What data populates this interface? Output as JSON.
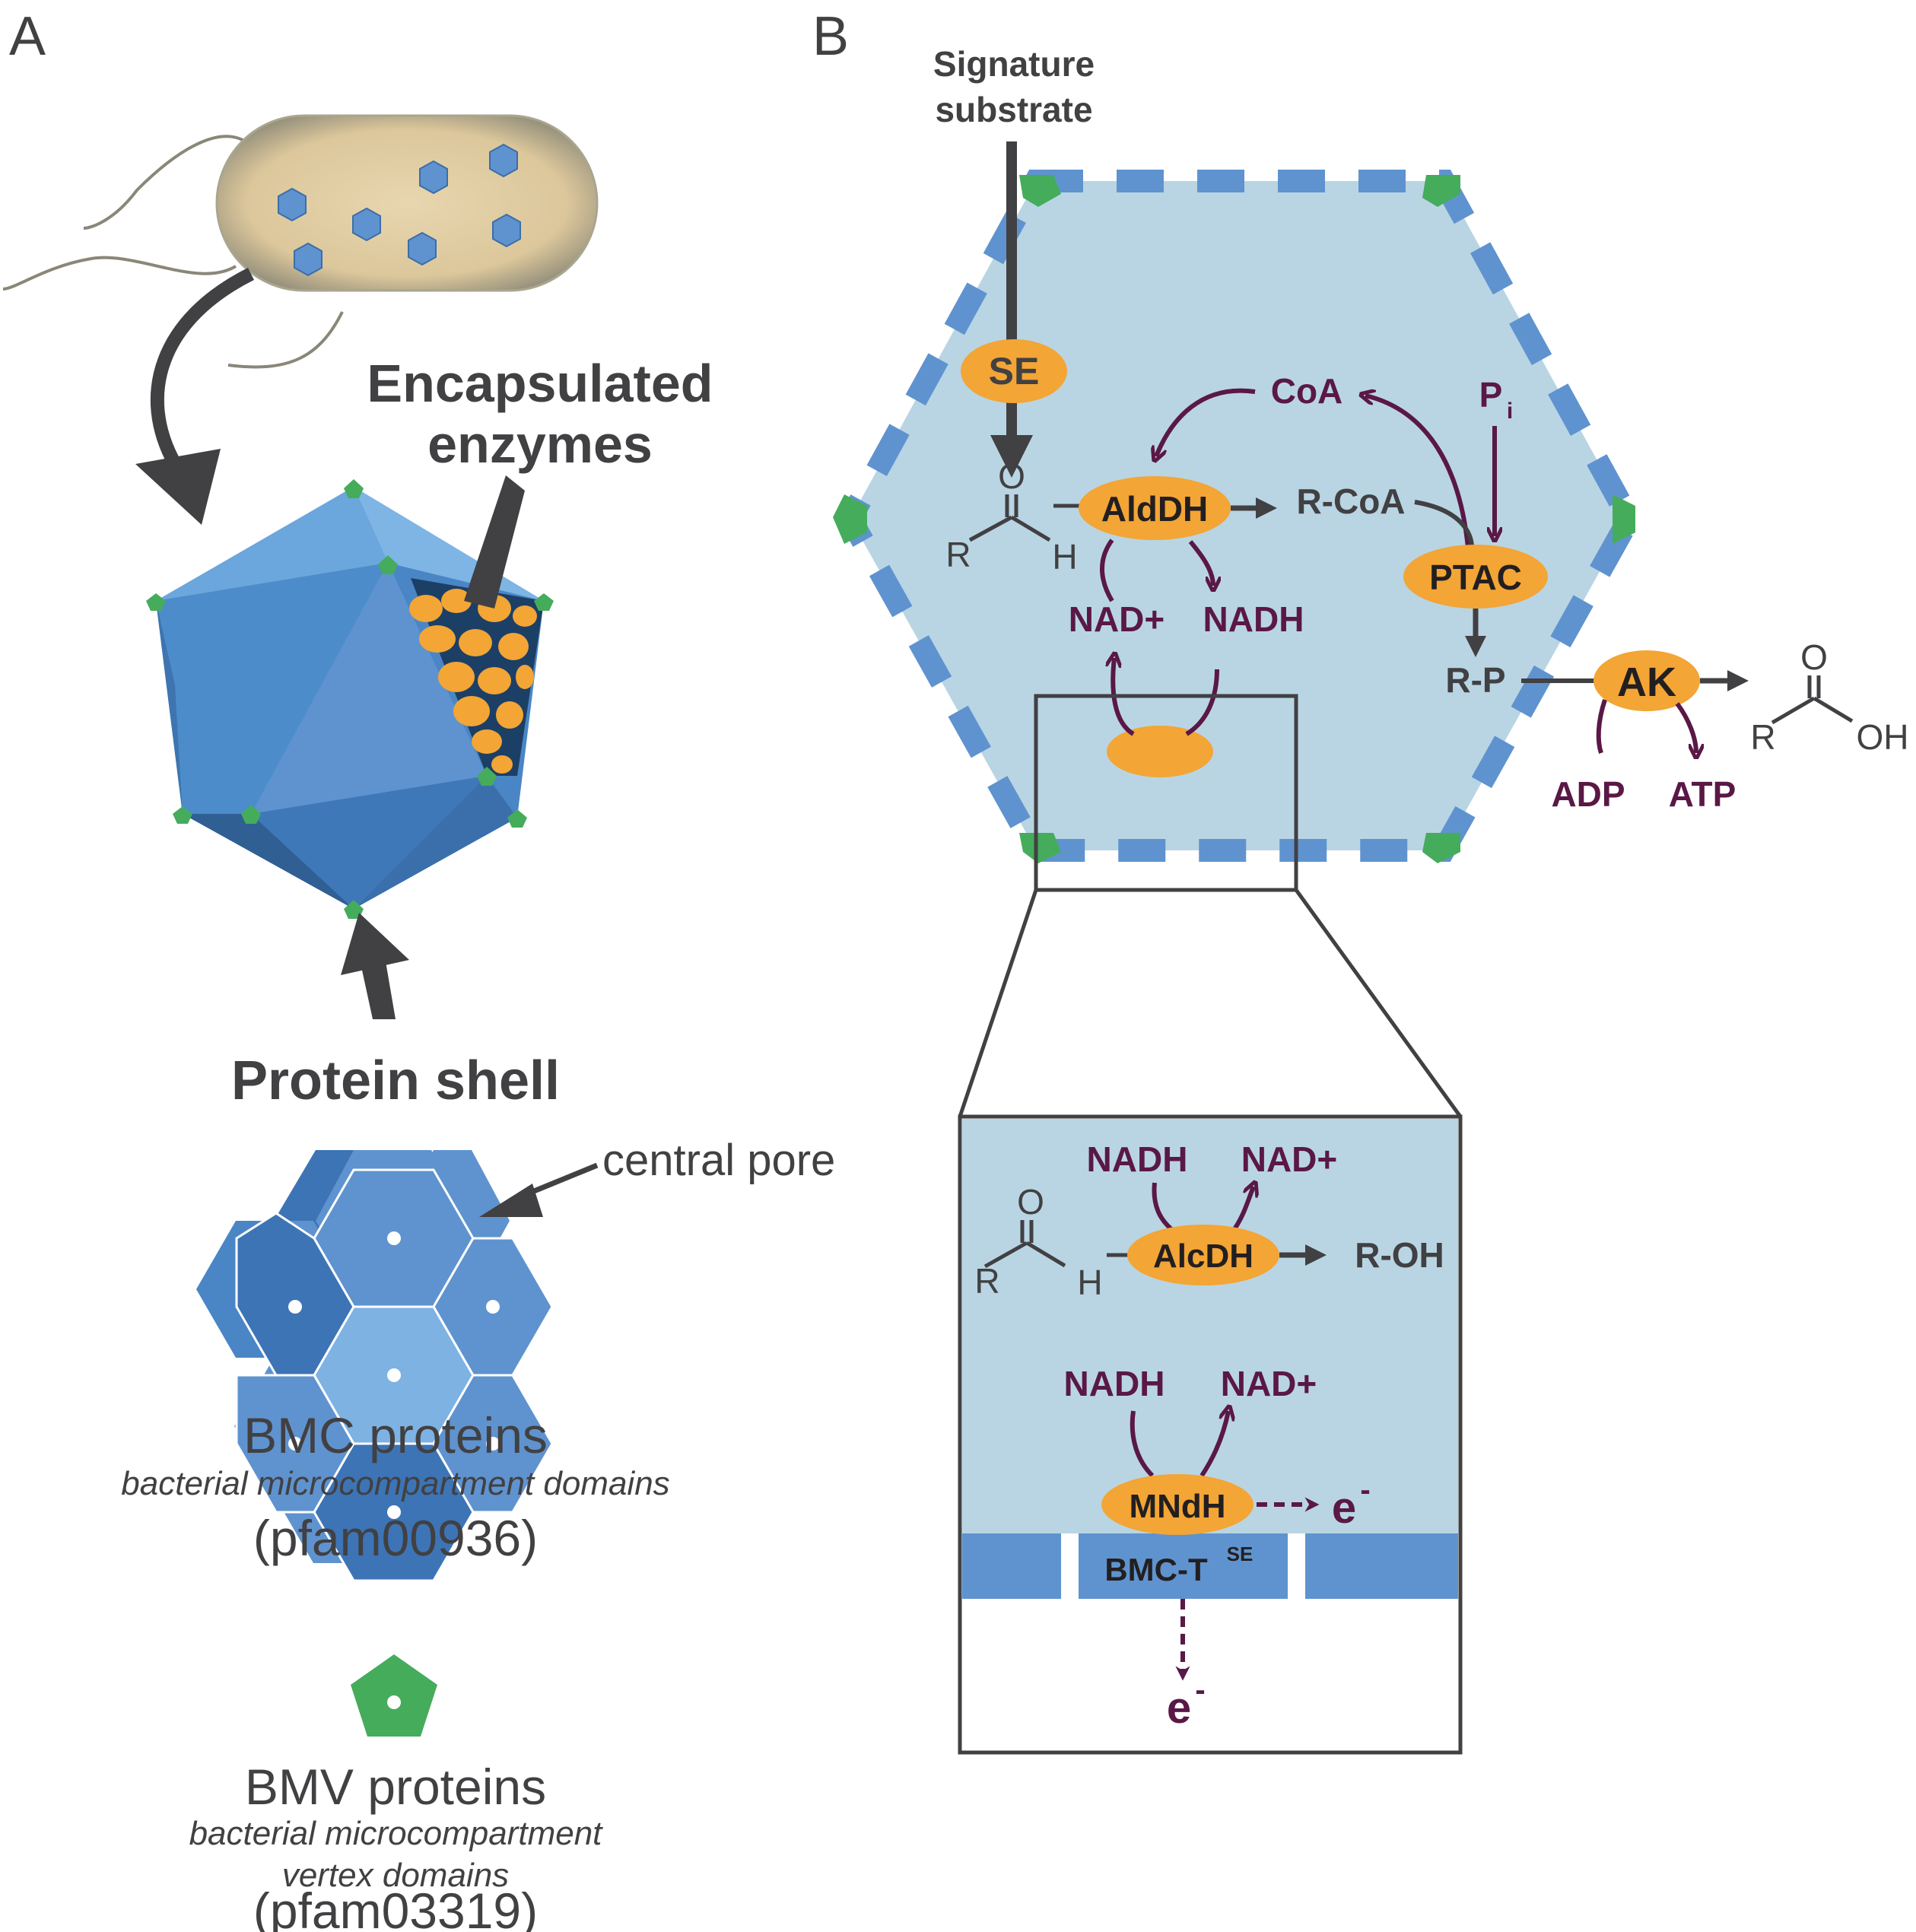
{
  "panels": {
    "a": "A",
    "b": "B"
  },
  "panel_a": {
    "encapsulated_line1": "Encapsulated",
    "encapsulated_line2": "enzymes",
    "protein_shell": "Protein shell",
    "central_pore": "central pore",
    "bmc_title": "BMC proteins",
    "bmc_subtitle": "bacterial microcompartment domains",
    "bmc_pfam": "(pfam00936)",
    "bmv_title": "BMV proteins",
    "bmv_subtitle_line1": "bacterial microcompartment",
    "bmv_subtitle_line2": "vertex domains",
    "bmv_pfam": "(pfam03319)"
  },
  "panel_b": {
    "signature_line1": "Signature",
    "signature_line2": "substrate",
    "enzymes": {
      "se": "SE",
      "aldh": "AldDH",
      "ptac": "PTAC",
      "ak": "AK",
      "alcdh": "AlcDH",
      "mndh": "MNdH"
    },
    "metabolites": {
      "coa": "CoA",
      "pi_main": "P",
      "pi_sub": "i",
      "r_coa": "R-CoA",
      "nad_plus": "NAD+",
      "nadh": "NADH",
      "r_p": "R-P",
      "adp": "ADP",
      "atp": "ATP",
      "r_oh": "R-OH",
      "electron": "e",
      "electron_sup": "-"
    },
    "chem": {
      "o": "O",
      "r": "R",
      "h": "H",
      "oh": "OH"
    },
    "bmc_t_main": "BMC-T",
    "bmc_t_sup": "SE"
  },
  "colors": {
    "shell_fill": "#b9d5e3",
    "bmc_blue": "#5f93cf",
    "bmv_green": "#45ac5c",
    "enzyme_orange": "#f3a535",
    "purple": "#5a1846",
    "dark_gray": "#414042"
  }
}
